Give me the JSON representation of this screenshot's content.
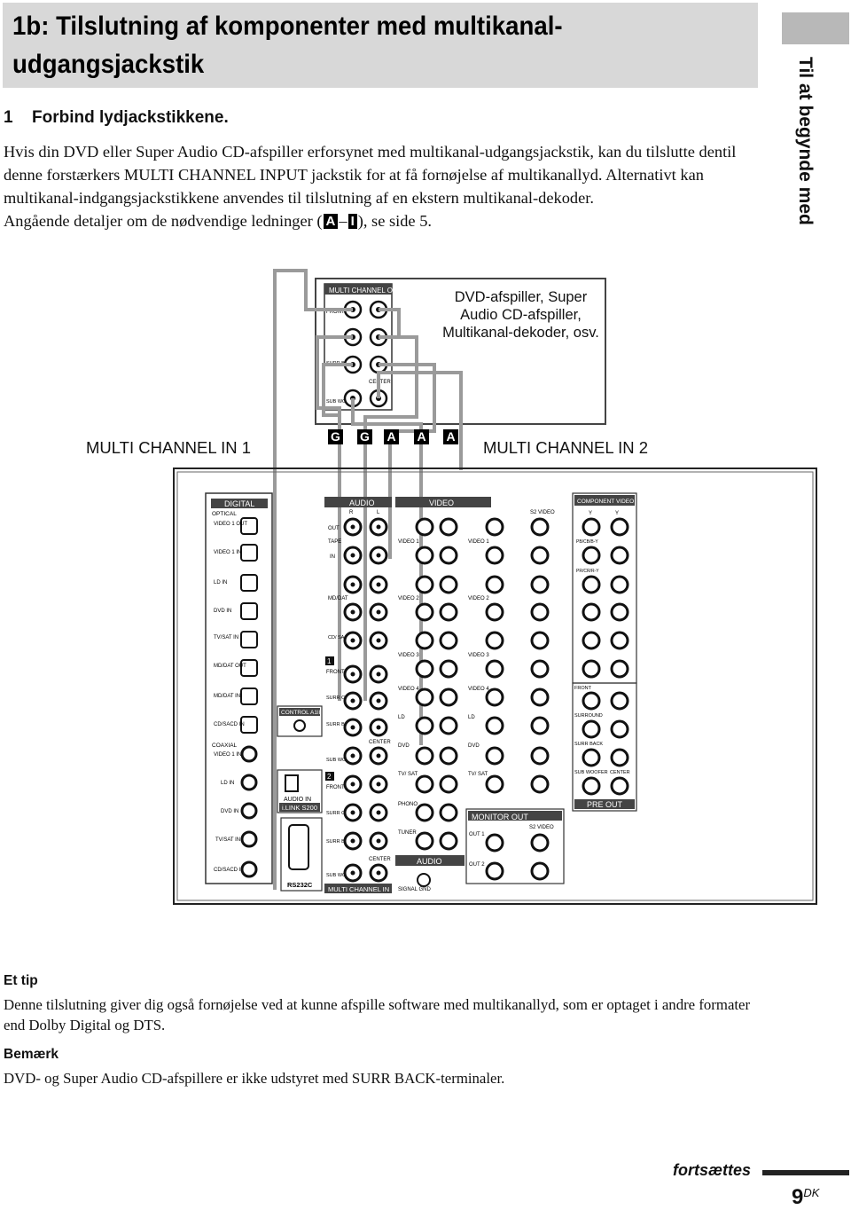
{
  "page": {
    "title_line1": "1b: Tilslutning af komponenter med multikanal-",
    "title_line2": "udgangsjackstik",
    "side_tab": "Til at begynde med",
    "step_number": "1",
    "step_title": "Forbind lydjackstikkene.",
    "intro_p1": "Hvis din DVD eller Super Audio CD-afspiller erforsynet med multikanal-udgangsjackstik, kan du tilslutte dentil denne forstærkers MULTI CHANNEL INPUT jackstik for at få fornøjelse af multikanallyd. Alternativt kan multikanal-indgangsjackstikkene anvendes til tilslutning af en ekstern multikanal-dekoder.",
    "intro_p2_before": "Angående detaljer om de nødvendige ledninger (",
    "intro_box_a": "A",
    "intro_dash": "–",
    "intro_box_i": "I",
    "intro_p2_after": "), se side 5.",
    "tip_heading": "Et tip",
    "tip_text": "Denne tilslutning giver dig også fornøjelse ved at kunne afspille software med multikanallyd, som er optaget i andre formater end Dolby Digital og DTS.",
    "note_heading": "Bemærk",
    "note_text": "DVD- og Super Audio CD-afspillere er ikke udstyret med SURR BACK-terminaler.",
    "footer_continue": "fortsættes",
    "page_number": "9",
    "page_suffix": "DK"
  },
  "diagram": {
    "device_caption": "DVD-afspiller, Super Audio CD-afspiller, Multikanal-dekoder, osv.",
    "device_panel": {
      "title": "MULTI CHANNEL OUT",
      "front": "FRONT",
      "surround": "SURR OUND",
      "surr_back": "SURR BACK",
      "center": "CENTER",
      "sub_woofer": "SUB WOOFER"
    },
    "mc_in_1": "MULTI CHANNEL IN 1",
    "mc_in_2": "MULTI CHANNEL IN 2",
    "cable_tags": [
      "G",
      "G",
      "A",
      "A",
      "A"
    ],
    "receiver": {
      "digital": "DIGITAL",
      "optical": "OPTICAL",
      "optical_jacks": [
        "VIDEO 1 OUT",
        "VIDEO 1 IN",
        "LD IN",
        "DVD IN",
        "TV/SAT IN",
        "MD/DAT OUT",
        "MD/DAT IN",
        "CD/SACD IN"
      ],
      "coaxial": "COAXIAL",
      "coaxial_jacks": [
        "VIDEO 1 IN",
        "LD IN",
        "DVD IN",
        "TV/SAT IN",
        "CD/SACD IN"
      ],
      "control_a": "CONTROL A1II",
      "audio_in": "AUDIO IN",
      "ilink": "i.LINK S200",
      "rs232c": "RS232C",
      "audio": "AUDIO",
      "video": "VIDEO",
      "component_video": "COMPONENT VIDEO",
      "audio_rows": [
        "TAPE",
        "MD/DAT",
        "CD/ SACD IN"
      ],
      "mc_group_1": "1",
      "mc_group_2": "2",
      "mc_rows": [
        "FRONT",
        "SURR OUND",
        "SURR BACK",
        "CENTER",
        "SUB WOOFER"
      ],
      "video_rows": [
        "VIDEO 1",
        "VIDEO 2",
        "VIDEO 3",
        "VIDEO 4",
        "LD",
        "DVD",
        "TV/ SAT"
      ],
      "phono": "PHONO",
      "tuner": "TUNER",
      "signal_gnd": "SIGNAL GND",
      "monitor_out": "MONITOR OUT",
      "s2_video": "S2 VIDEO",
      "out_1": "OUT 1",
      "out_2": "OUT 2",
      "pre_out": "PRE OUT",
      "pre_out_rows": [
        "FRONT",
        "SURROUND",
        "SURR BACK",
        "SUB WOOFER",
        "CENTER"
      ],
      "multi_channel_in": "MULTI CHANNEL IN",
      "in": "IN",
      "out": "OUT",
      "r": "R",
      "l": "L",
      "y": "Y",
      "pb": "PB/CB/B-Y",
      "pr": "PR/CR/R-Y"
    }
  }
}
